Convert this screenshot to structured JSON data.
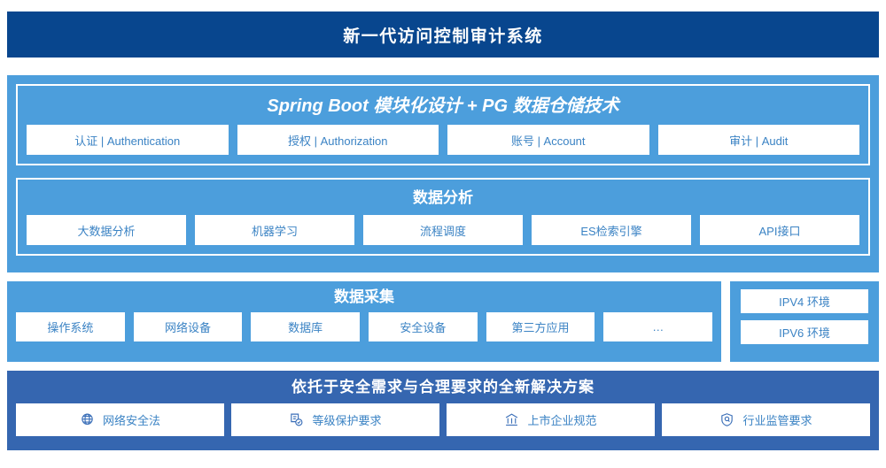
{
  "header": {
    "title": "新一代访问控制审计系统"
  },
  "architecture": {
    "platform": {
      "title": "Spring Boot 模块化设计 + PG 数据仓储技术",
      "items": [
        "认证 | Authentication",
        "授权 | Authorization",
        "账号 | Account",
        "审计 | Audit"
      ]
    },
    "analysis": {
      "title": "数据分析",
      "items": [
        "大数据分析",
        "机器学习",
        "流程调度",
        "ES检索引擎",
        "API接口"
      ]
    }
  },
  "collection": {
    "title": "数据采集",
    "items": [
      "操作系统",
      "网络设备",
      "数据库",
      "安全设备",
      "第三方应用",
      "…"
    ]
  },
  "environment": {
    "items": [
      "IPV4 环境",
      "IPV6 环境"
    ]
  },
  "compliance": {
    "title": "依托于安全需求与合理要求的全新解决方案",
    "items": [
      {
        "label": "网络安全法",
        "icon": "globe-icon"
      },
      {
        "label": "等级保护要求",
        "icon": "document-check-icon"
      },
      {
        "label": "上市企业规范",
        "icon": "bank-icon"
      },
      {
        "label": "行业监管要求",
        "icon": "shield-search-icon"
      }
    ]
  },
  "colors": {
    "header_blue": "#08468E",
    "panel_blue": "#4C9EDC",
    "bottom_blue": "#3566B0",
    "chip_text": "#3B83C4",
    "chip_bg": "#FFFFFF"
  }
}
